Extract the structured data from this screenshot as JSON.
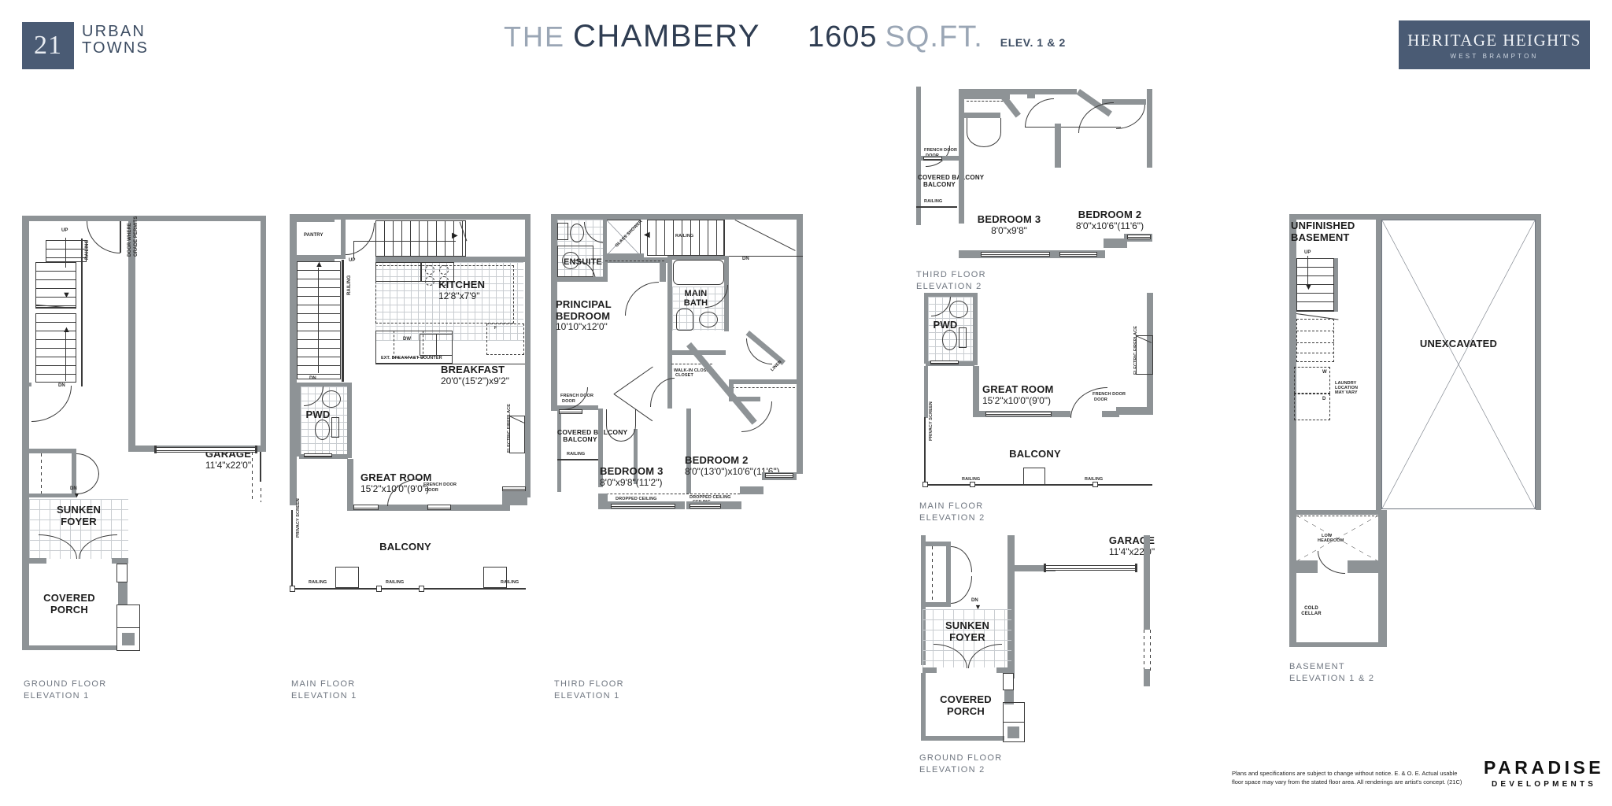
{
  "header": {
    "brand_number": "21",
    "brand_line1": "URBAN",
    "brand_line2": "TOWNS",
    "title_the": "THE",
    "title_name": "CHAMBERY",
    "sqft_number": "1605",
    "sqft_unit": "SQ.FT.",
    "elevation_note": "ELEV. 1 & 2",
    "community_name": "HERITAGE HEIGHTS",
    "community_sub": "WEST BRAMPTON"
  },
  "footer": {
    "disclaimer": "Plans and specifications are subject to change without notice. E. & O. E. Actual usable floor space may vary from the stated floor area. All renderings are artist's concept. (21C)",
    "developer_line1": "PARADISE",
    "developer_line2": "DEVELOPMENTS"
  },
  "plans": {
    "ground_e1": {
      "caption_line1": "GROUND FLOOR",
      "caption_line2": "ELEVATION 1",
      "rooms": [
        {
          "name": "GARAGE",
          "dim": "11'4\"x22'0\""
        },
        {
          "name": "SUNKEN",
          "dim": "FOYER"
        },
        {
          "name": "COVERED",
          "dim": "PORCH"
        }
      ],
      "notes": [
        "UP",
        "DN",
        "DN",
        "RAILING",
        "DOOR WHERE",
        "GRADE PERMITS"
      ]
    },
    "main_e1": {
      "caption_line1": "MAIN FLOOR",
      "caption_line2": "ELEVATION 1",
      "rooms": [
        {
          "name": "KITCHEN",
          "dim": "12'8\"x7'9\""
        },
        {
          "name": "BREAKFAST",
          "dim": "20'0\"(15'2\")x9'2\""
        },
        {
          "name": "GREAT ROOM",
          "dim": "15'2\"x10'0\"(9'0\")"
        },
        {
          "name": "PWD",
          "dim": ""
        },
        {
          "name": "BALCONY",
          "dim": ""
        }
      ],
      "notes": [
        "PANTRY",
        "UP",
        "DN",
        "RAILING",
        "DW",
        "EXT. BREAKFAST COUNTER",
        "ELECTRIC FIREPLACE",
        "FRENCH DOOR",
        "PRIVACY SCREEN",
        "RAILING",
        "RAILING",
        "RAILING"
      ]
    },
    "third_e1": {
      "caption_line1": "THIRD FLOOR",
      "caption_line2": "ELEVATION 1",
      "rooms": [
        {
          "name": "PRINCIPAL",
          "dim": "BEDROOM",
          "dim2": "10'10\"x12'0\""
        },
        {
          "name": "MAIN",
          "dim": "BATH"
        },
        {
          "name": "ENSUITE",
          "dim": ""
        },
        {
          "name": "BEDROOM 3",
          "dim": "8'0\"x9'8\"(11'2\")"
        },
        {
          "name": "BEDROOM 2",
          "dim": "8'0\"(13'0\")x10'6\"(11'6\")"
        }
      ],
      "notes": [
        "GLASS SHOWER",
        "WALK-IN CLOSET",
        "LINEN",
        "RAILING",
        "DN",
        "FRENCH DOOR",
        "COVERED BALCONY",
        "RAILING",
        "DROPPED CEILING",
        "DROPPED CEILING"
      ]
    },
    "third_e2": {
      "caption_line1": "THIRD FLOOR",
      "caption_line2": "ELEVATION 2",
      "rooms": [
        {
          "name": "BEDROOM 3",
          "dim": "8'0\"x9'8\""
        },
        {
          "name": "BEDROOM 2",
          "dim": "8'0\"x10'6\"(11'6\")"
        }
      ],
      "notes": [
        "FRENCH DOOR",
        "COVERED BALCONY",
        "RAILING"
      ]
    },
    "main_e2": {
      "caption_line1": "MAIN FLOOR",
      "caption_line2": "ELEVATION 2",
      "rooms": [
        {
          "name": "GREAT ROOM",
          "dim": "15'2\"x10'0\"(9'0\")"
        },
        {
          "name": "PWD",
          "dim": ""
        },
        {
          "name": "BALCONY",
          "dim": ""
        }
      ],
      "notes": [
        "ELECTRIC FIREPLACE",
        "FRENCH DOOR",
        "PRIVACY SCREEN",
        "RAILING",
        "RAILING"
      ]
    },
    "ground_e2": {
      "caption_line1": "GROUND FLOOR",
      "caption_line2": "ELEVATION 2",
      "rooms": [
        {
          "name": "GARAGE",
          "dim": "11'4\"x22'0\""
        },
        {
          "name": "SUNKEN",
          "dim": "FOYER"
        },
        {
          "name": "COVERED",
          "dim": "PORCH"
        }
      ],
      "notes": [
        "DN"
      ]
    },
    "basement": {
      "caption_line1": "BASEMENT",
      "caption_line2": "ELEVATION 1 & 2",
      "rooms": [
        {
          "name": "UNFINISHED",
          "dim": "BASEMENT"
        },
        {
          "name": "UNEXCAVATED",
          "dim": ""
        }
      ],
      "notes": [
        "UP",
        "W",
        "D",
        "LAUNDRY",
        "LOCATION",
        "MAY VARY",
        "LOW",
        "HEADROOM",
        "COLD",
        "CELLAR"
      ]
    }
  }
}
